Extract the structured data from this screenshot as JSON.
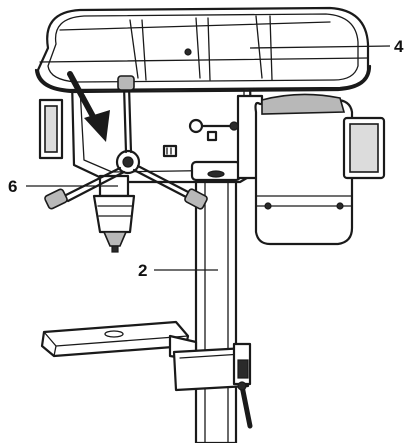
{
  "figure": {
    "callouts": [
      {
        "id": "part-4",
        "label": "4"
      },
      {
        "id": "part-6",
        "label": "6"
      },
      {
        "id": "part-2",
        "label": "2"
      }
    ],
    "colors": {
      "ink": "#1a1a1a",
      "shade": "#b8b8b8",
      "light_shade": "#dcdcdc",
      "background": "#ffffff"
    },
    "icons": [
      "down-arrow-indicator"
    ]
  }
}
